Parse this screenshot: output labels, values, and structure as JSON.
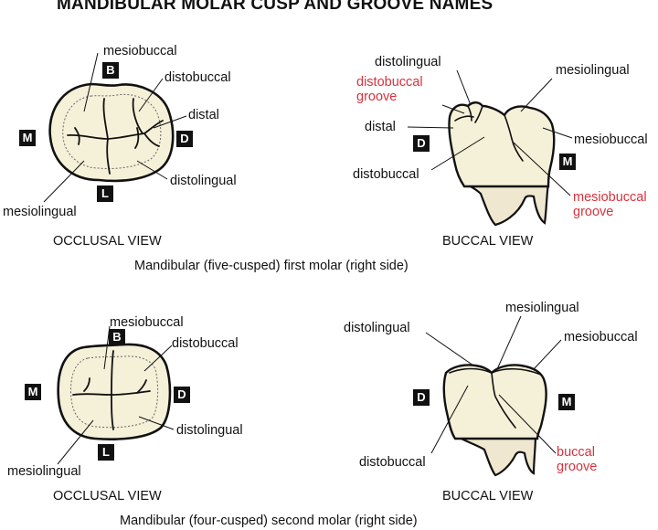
{
  "title": "MANDIBULAR MOLAR CUSP AND GROOVE NAMES",
  "colors": {
    "crown": "#f5f0d8",
    "root": "#efe7cf",
    "ink": "#111111",
    "groove_label": "#d8323c"
  },
  "first_molar": {
    "caption": "Mandibular (five-cusped) first molar (right side)",
    "occlusal": {
      "view_label": "OCCLUSAL VIEW",
      "labels": {
        "mesiobuccal": "mesiobuccal",
        "distobuccal": "distobuccal",
        "distal": "distal",
        "distolingual": "distolingual",
        "mesiolingual": "mesiolingual"
      },
      "markers": {
        "B": "B",
        "D": "D",
        "L": "L",
        "M": "M"
      }
    },
    "buccal": {
      "view_label": "BUCCAL VIEW",
      "labels": {
        "distolingual": "distolingual",
        "mesiolingual": "mesiolingual",
        "distobuccal_groove": "distobuccal\ngroove",
        "distal": "distal",
        "mesiobuccal": "mesiobuccal",
        "distobuccal": "distobuccal",
        "mesiobuccal_groove": "mesiobuccal\ngroove"
      },
      "markers": {
        "D": "D",
        "M": "M"
      }
    }
  },
  "second_molar": {
    "caption": "Mandibular (four-cusped) second molar (right side)",
    "occlusal": {
      "view_label": "OCCLUSAL VIEW",
      "labels": {
        "mesiobuccal": "mesiobuccal",
        "distobuccal": "distobuccal",
        "distolingual": "distolingual",
        "mesiolingual": "mesiolingual"
      },
      "markers": {
        "B": "B",
        "D": "D",
        "L": "L",
        "M": "M"
      }
    },
    "buccal": {
      "view_label": "BUCCAL VIEW",
      "labels": {
        "mesiolingual": "mesiolingual",
        "distolingual": "distolingual",
        "mesiobuccal": "mesiobuccal",
        "distobuccal": "distobuccal",
        "buccal_groove": "buccal\ngroove"
      },
      "markers": {
        "D": "D",
        "M": "M"
      }
    }
  }
}
